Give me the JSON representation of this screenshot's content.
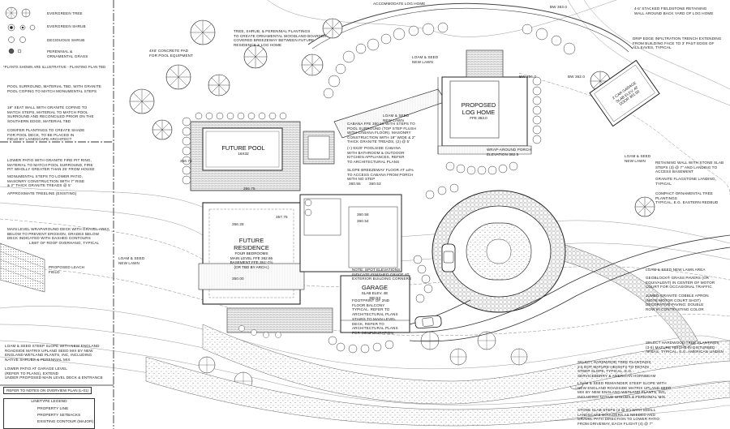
{
  "plant_legend": {
    "evergreen_tree": "EVERGREEN TREE",
    "evergreen_shrub": "EVERGREEN SHRUB",
    "deciduous_shrub": "DECIDUOUS SHRUB",
    "perennial_grass": "PERENNIAL &\nORNAMENTAL GRASS",
    "note": "*PLANTS SHOWN ARE ILLUSTRATIVE - PLANTING PLAN TBD"
  },
  "rooms": {
    "pool": {
      "title": "FUTURE POOL",
      "size": "16X32"
    },
    "log_home": {
      "title": "PROPOSED\nLOG HOME",
      "ffe": "FFE 363.0"
    },
    "residence": {
      "title": "FUTURE\nRESIDENCE",
      "detail": "FOUR BEDROOMS\nMAIN LEVEL FFE 362.65\nBASEMENT FFE 351'-7½\n(OR TBD BY ARCH.)"
    },
    "garage": {
      "title": "GARAGE",
      "detail": "SLAB ELEV. 4E\n360.53"
    },
    "garage2": {
      "title": "2-CAR GARAGE",
      "detail": "SLAB ELEV. AT\nDOOR 361.00"
    }
  },
  "notes": {
    "log_home_top": "ACCOMMODATE LOG HOME",
    "fieldstone_wall": "4-5' STACKED FIELDSTONE RETAINING\nWALL AROUND BACK YARD OF LOG HOME",
    "drip_edge": "DRIP EDGE INFILTRATION TRENCH EXTENDING\nFROM BUILDING FACE TO 3' PAST EDGE OF\nALL EAVES, TYPICAL",
    "woodland_border": "TREE, SHRUB, & PERENNIAL PLANTINGS\nTO CREATE ORNAMENTAL WOODLAND BOARDER\nCOVERED BREEZEWAY BETWEEN FUTURE\nRESIDENCE & LOG HOME",
    "concrete_pad": "4x8' CONCRETE PAD\nFOR POOL EQUIPMENT",
    "pool_surround": "POOL SURROUND, MATERIAL TBD, WITH GRANITE\nPOOL COPING TO MATCH MONUMENTAL STEPS",
    "seat_wall": "18\" SEAT WALL WITH GRANITE COPING TO\nMATCH STEPS, MATERIAL TO MATCH POOL\nSURROUND AND RECONCILED PRIOR ON THE\nSOUTHERN EDGE, MATERIAL TBD",
    "conifer": "CONIFER PLANTINGS TO CREATE SHADE\nFOR POOL DECK, TO BE PLACED IN\nFIELD BY LANDSCAPE ARCHITECT",
    "fire_pit": "LOWER PATIO WITH GRANITE FIRE PIT RING,\nMATERIAL TO MATCH POOL SURROUND, FIRE\nPIT WHOLLY GREATER THAN 25' FROM HOUSE",
    "monumental_steps": "MONUMENTAL STEPS TO LOWER PATIO,\nMASONRY CONSTRUCTION WITH 7\" RISE\n& 2\" THICK GRANITE TREADS @ 5'",
    "treeline": "APPROXIMATE TREELINE (EXISTING)",
    "wraparound_deck": "MAIN LEVEL WRAPAROUND DECK WITH GRAVEL AREA\nBELOW TO PREVENT EROSION, GRADES BELOW\nDECK INDICATED WITH DASHED CONTOURS",
    "roof_overhang": "LIMIT OF ROOF OVERHANG, TYPICAL",
    "leach_field": "PROPOSED LEACH\nFIELD",
    "loam_seed_lawn": "LOAM & SEED\nNEW LAWN",
    "cabana": "CABANA FFE 360.55 WITH STEPS TO\nPOOL SURROUND (TOP STEP FLUSH\nWITH CABANA FLOOR). MASONRY\nCONSTRUCTION WITH 18\" WIDE & 2\"\nTHICK GRANITE TREADS, (2) @ 5'",
    "poolside_cabana": "(+) 6x20' POOLSIDE CABANA\nWITH BATHROOM & OUTDOOR\nKITCHEN APPLIANCES, REFER\nTO ARCHITECTURAL PLANS",
    "breezeway_floor": "SLOPE BREEZEWAY FLOOR AT ±4%\nTO ACCESS CABANA FROM PORCH\nWITH NO STEP",
    "wrap_porch": "WRAP-AROUND PORCH\nELEVATION 362.5",
    "retaining_steps": "RETAINING WALL WITH STONE SLAB\nSTEPS (3) @ 7\" AND LANDING TO\nACCESS BASEMENT",
    "granite_flagstone": "GRANITE FLAGSTONE LANDING, TYPICAL",
    "compact_evergreen": "COMPACT ORNAMENTAL TREE PLANTINGS\nTYPICAL, E.G. EASTERN REDBUD",
    "wetland_mix": "LOAM & SEED STEEP SLOPE WITH NEW ENGLAND\nROADSIDE MATRIX UPLAND SEED MIX BY NEW\nENGLAND WETLAND PLANTS, INC, INCLUDING\nNATIVE SHRUBS & PERENNIAL MIX",
    "grass_mix": "LOAM & SEED NEW LAWN AREA",
    "fountain_grass": "GEOBLOCK® GRASS PAVERS (OR\nEQUIVALENT) IN CENTER OF MOTOR\nCOURT FOR OCCASIONAL TRAFFIC",
    "granite_cobble": "JUMBO GRANITE COBBLE APRON\n(NOTE MOTOR COURT SHOT)\nDECORATIVE PAVING: DOUBLE\nROW IN CONTRASTING COLOR",
    "hardwood_trees": "SELECT HARDWOOD TREE PLANTINGS\n(3-6) MATURE HEIGHT IN DISTURBED\nAREAS, TYPICAL, E.G. AMERICAN LINDEN",
    "hardwood_trees2": "SELECT HARDWOOD TREE PLANTINGS\n2.5 DOT MATURE HEIGHTS TO RETAIN\nSTEEP SLOPE, TYPICAL, E.G.\nSERVICEBERRY & AMERICAN HORNBEAM",
    "wetland_mix2": "LOAM & SEED REMAINDER STEEP SLOPE WITH\nNEW ENGLAND ROADSIDE MATRIX UPLAND SEED\nMIX BY NEW ENGLAND WETLAND PLANTS, INC,\nINCLUDING NATIVE SHRUBS & PERENNIAL MIX",
    "stone_steps": "STONE SLAB STEPS (4 @ 6\") WITH SMALL\nLANDSCAPE BOULDERS AS NEEDED AND\nGRAVEL PATH DIRECTION TO LOWER PATIO\nFROM DRIVEWAY, EACH FLIGHT (4) @ 7\"",
    "ffe_elevations": "NOTE: SPOT ELEVATIONS\nINDICATE FINISHED GRADE AT\nEXTERIOR BUILDING CORNERS",
    "footprint": "FOOTPRINT OF 2ND\nFLOOR BALCONY\nTYPICAL. REFER TO\nARCHITECTURAL PLANS",
    "stairs_main": "STAIRS TO MAIN LEVEL\nDECK, REFER TO\nARCHITECTURAL PLANS\nFOR CONFIGURATION",
    "lower_patio": "LOWER PATIO AT GARAGE LEVEL\n(REFER TO PLANS), EXTEND\nUNDER PROPOSED MAIN LEVEL DECK & ENTRANCE",
    "refer_overview": "REFER TO NOTES ON OVERVIEW PLAN (L-01)"
  },
  "linetype_legend": {
    "title": "LINETYPE LEGEND",
    "items": [
      "PROPERTY LINE",
      "PROPERTY SETBACKS",
      "EXISTING CONTOUR (MAJOR)"
    ]
  },
  "spot_elevations": [
    "356.28",
    "360.55",
    "360.53",
    "361.00",
    "360.58",
    "360.54",
    "357.75",
    "356.75",
    "350.00",
    "356.78",
    "BW 356.0",
    "BW 362.0",
    "BW 363.0"
  ]
}
